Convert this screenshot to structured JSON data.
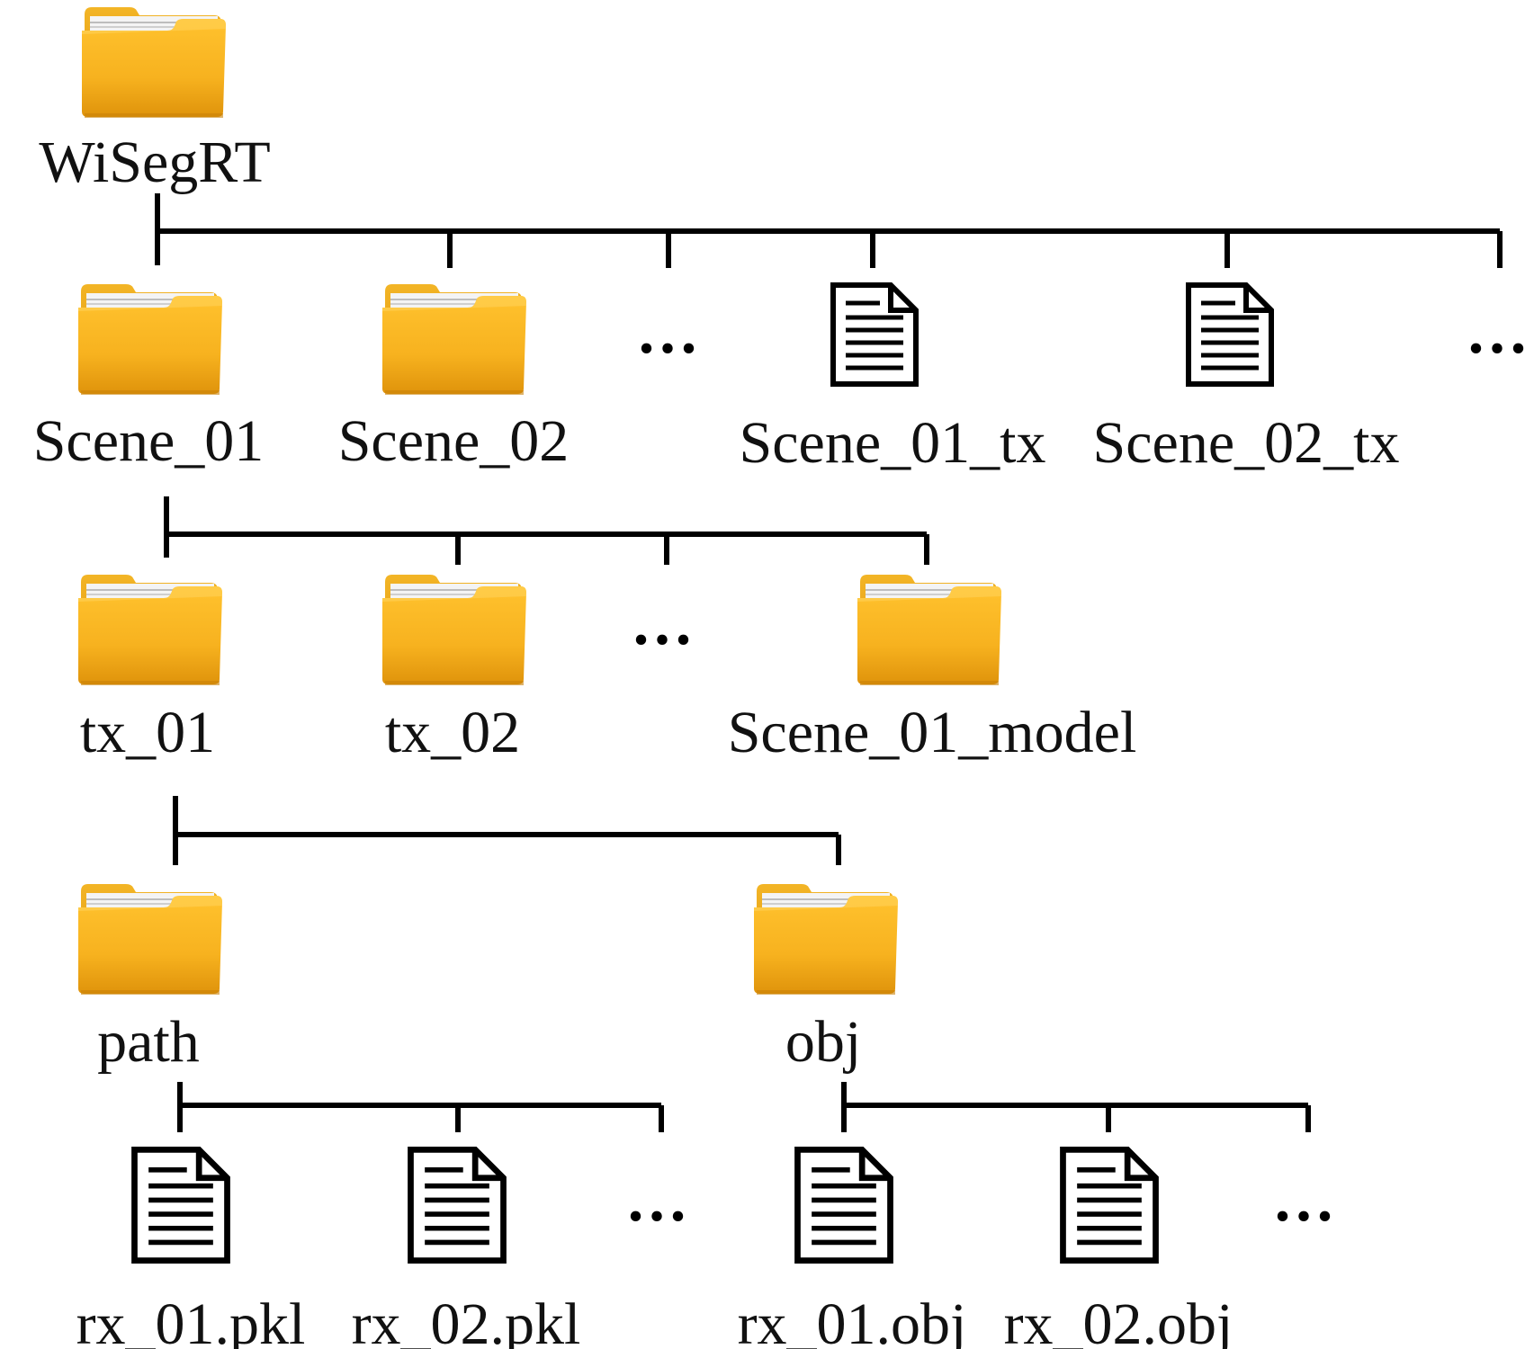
{
  "tree": {
    "root": "WiSegRT",
    "level1": {
      "folders": [
        "Scene_01",
        "Scene_02"
      ],
      "files": [
        "Scene_01_tx",
        "Scene_02_tx"
      ],
      "ellipsis": "..."
    },
    "level2": {
      "folders": [
        "tx_01",
        "tx_02",
        "Scene_01_model"
      ],
      "ellipsis": "..."
    },
    "level3": {
      "folders": [
        "path",
        "obj"
      ]
    },
    "level4": {
      "path_files": [
        "rx_01.pkl",
        "rx_02.pkl"
      ],
      "obj_files": [
        "rx_01.obj",
        "rx_02.obj"
      ],
      "ellipsis": "..."
    }
  },
  "colors": {
    "folder_top": "#FFC22E",
    "folder_bottom": "#E0950C",
    "folder_back": "#E9A818",
    "line": "#000000"
  },
  "icons": {
    "folder": "folder-icon",
    "file": "document-icon"
  }
}
